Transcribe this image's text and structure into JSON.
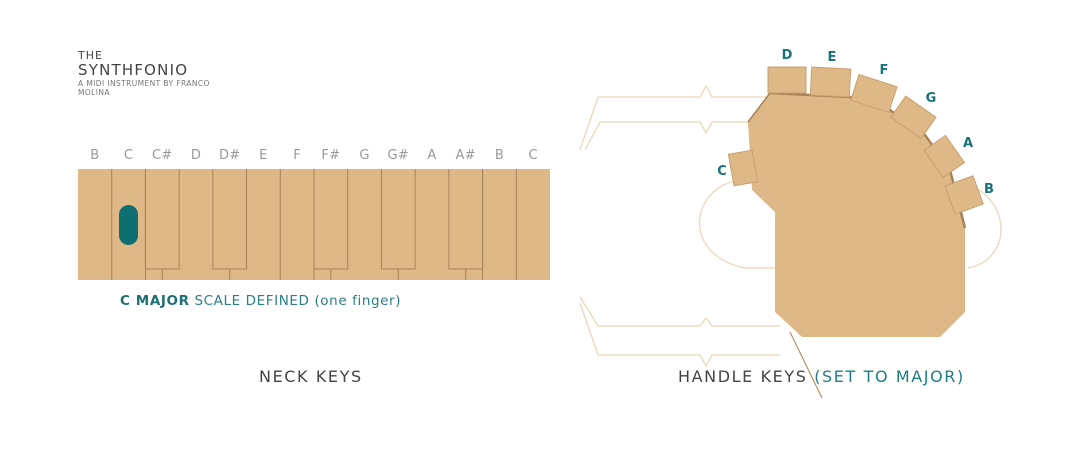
{
  "brand": {
    "the": "THE",
    "name": "SYNTHFONIO",
    "subtitle": "A MIDI INSTRUMENT BY FRANCO MOLINA"
  },
  "neck": {
    "note_labels": [
      "B",
      "C",
      "C#",
      "D",
      "D#",
      "E",
      "F",
      "F#",
      "G",
      "G#",
      "A",
      "A#",
      "B",
      "C"
    ],
    "caption_highlight": "C MAJOR",
    "caption_rest": " SCALE DEFINED (one finger)",
    "title": "NECK KEYS"
  },
  "handle": {
    "title_main": "HANDLE KEYS",
    "title_accent": "(SET TO MAJOR)",
    "keys": [
      "D",
      "E",
      "F",
      "G",
      "A",
      "B"
    ],
    "thumb_key": "C"
  },
  "colors": {
    "wood": "#dfb887",
    "wood_dark": "#a98355",
    "accent": "#1a7a82",
    "marker": "#0e6e72",
    "line": "#e8d2b4"
  }
}
